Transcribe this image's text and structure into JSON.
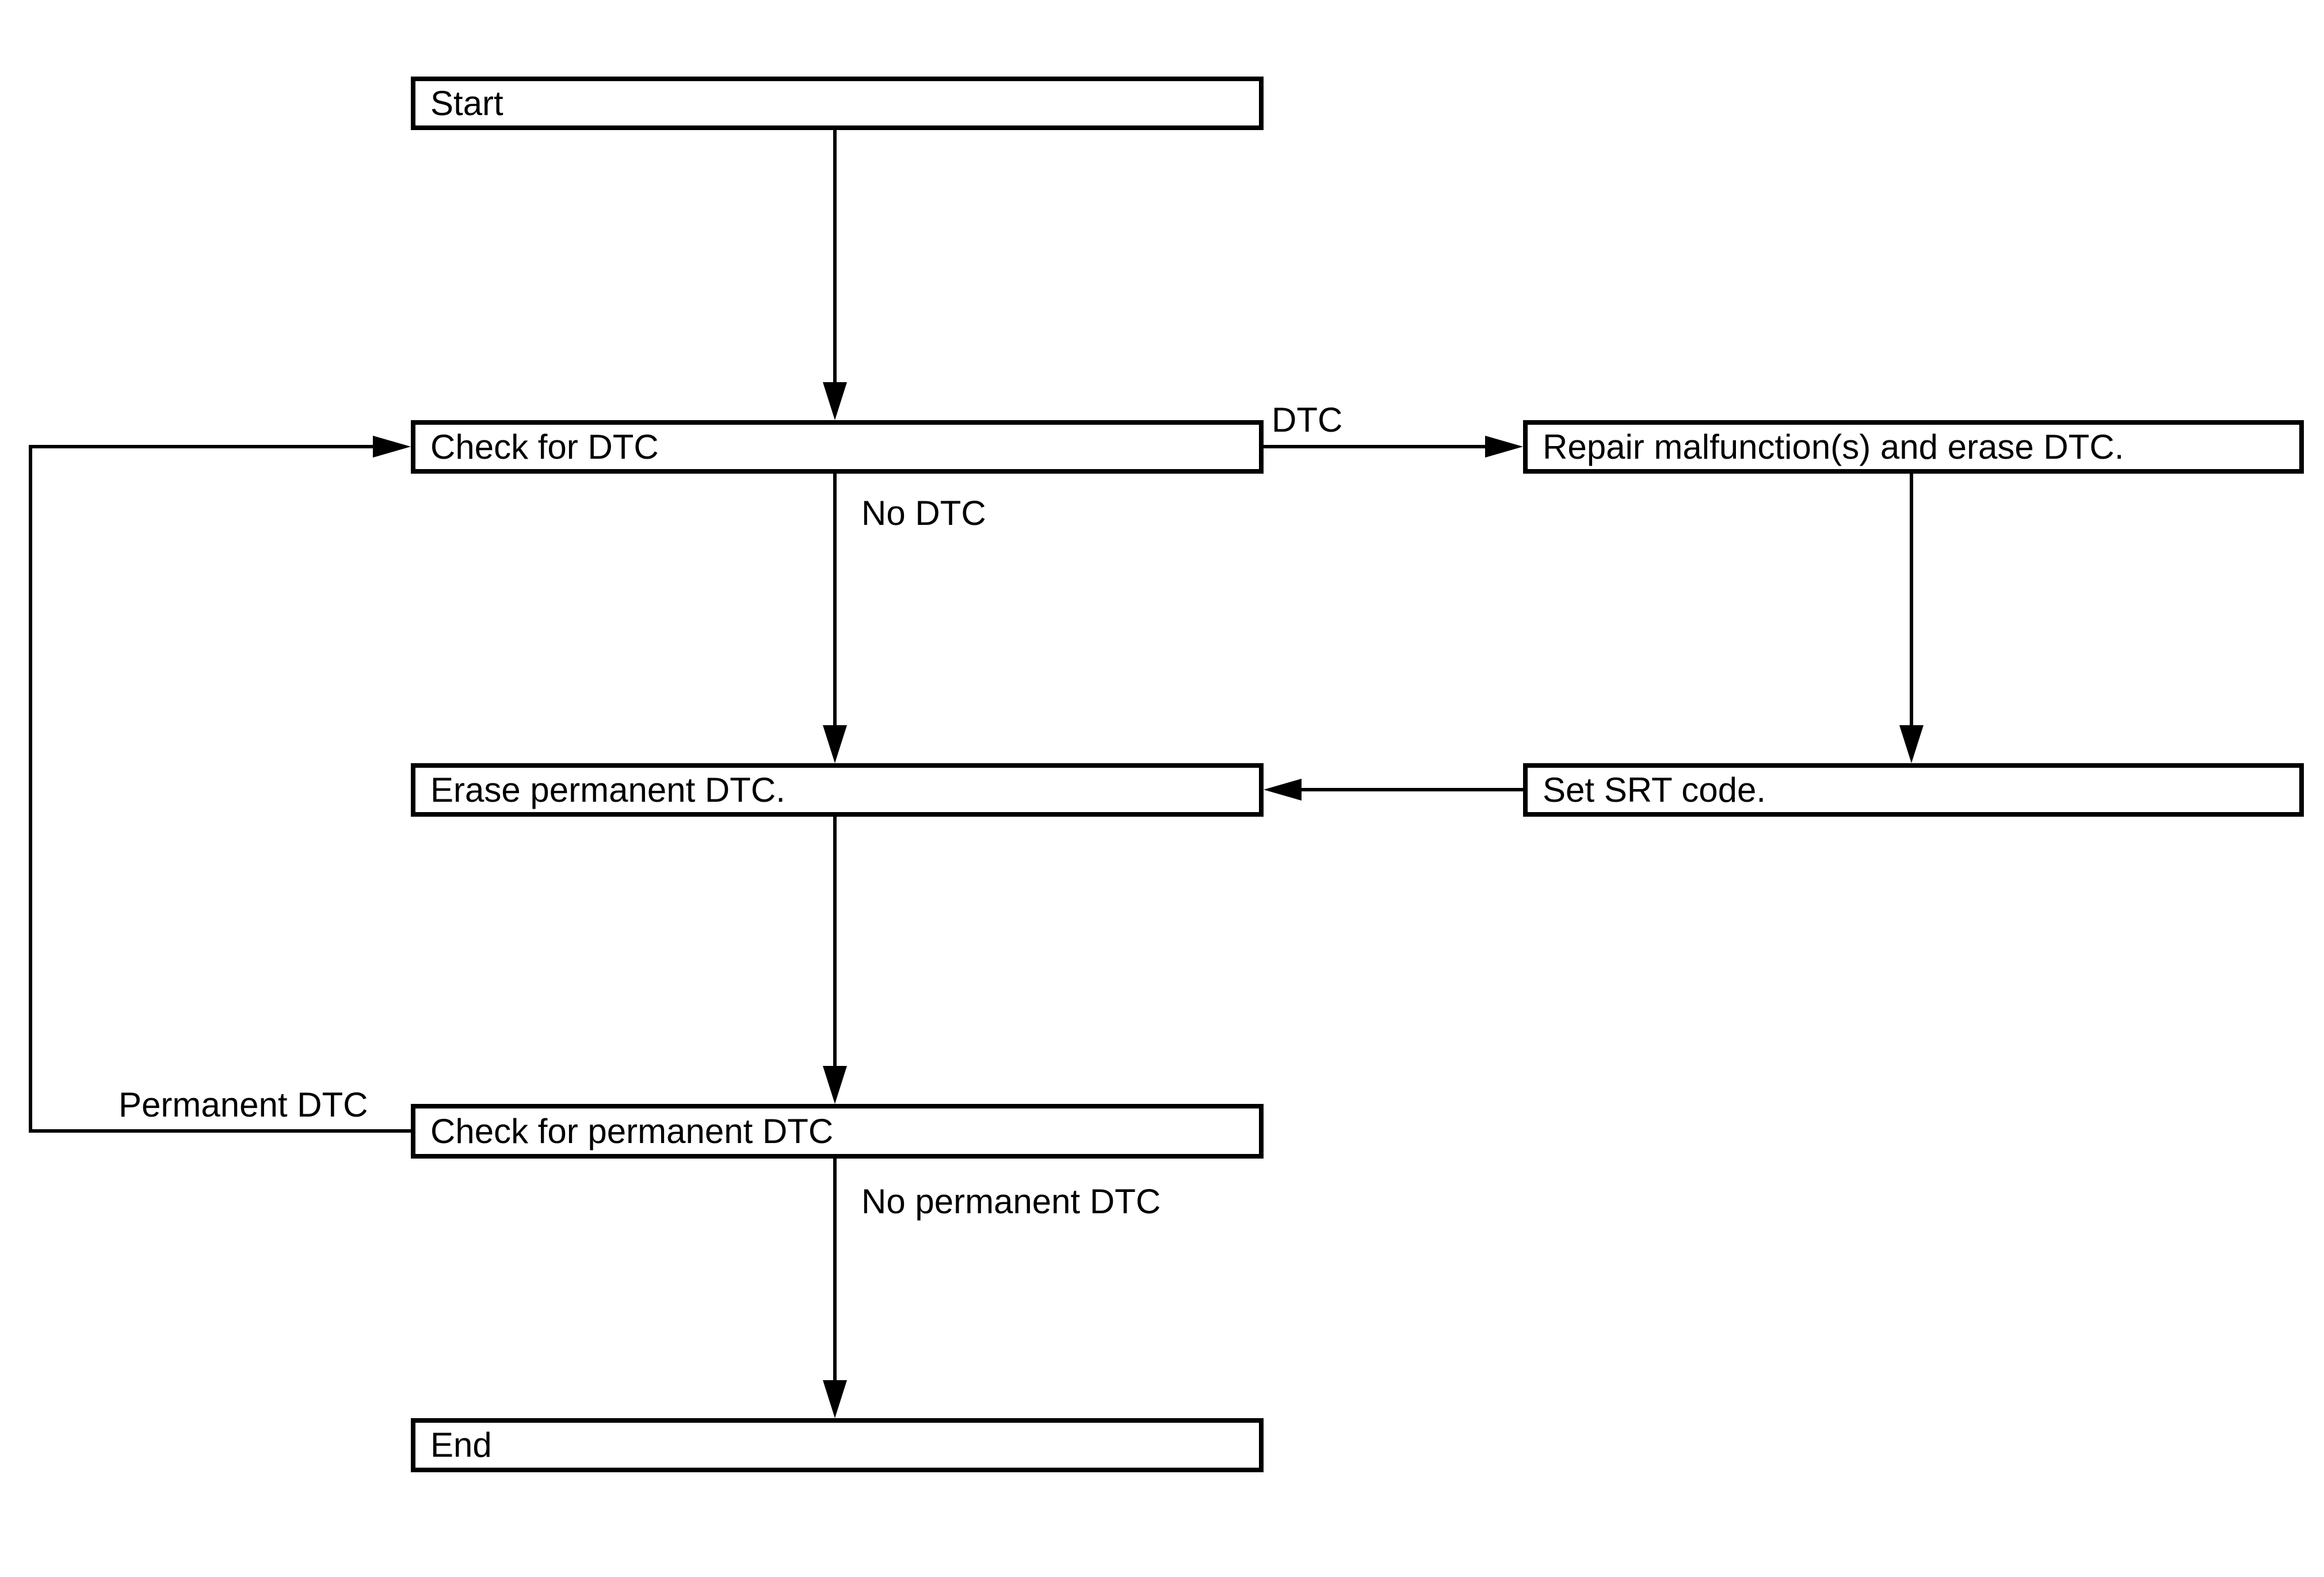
{
  "diagram": {
    "type": "flowchart",
    "background_color": "#ffffff",
    "line_color": "#000000",
    "box_fill_color": "#ffffff",
    "nodes": [
      {
        "id": "start",
        "label": "Start"
      },
      {
        "id": "check-dtc",
        "label": "Check for DTC"
      },
      {
        "id": "repair",
        "label": "Repair malfunction(s) and erase DTC."
      },
      {
        "id": "erase-permanent-dtc",
        "label": "Erase permanent DTC."
      },
      {
        "id": "set-srt-code",
        "label": "Set SRT code."
      },
      {
        "id": "check-permanent-dtc",
        "label": "Check for permanent DTC"
      },
      {
        "id": "end",
        "label": "End"
      }
    ],
    "edges": [
      {
        "from": "start",
        "to": "check-dtc",
        "label": ""
      },
      {
        "from": "check-dtc",
        "to": "repair",
        "label": "DTC"
      },
      {
        "from": "check-dtc",
        "to": "erase-permanent-dtc",
        "label": "No DTC"
      },
      {
        "from": "repair",
        "to": "set-srt-code",
        "label": ""
      },
      {
        "from": "set-srt-code",
        "to": "erase-permanent-dtc",
        "label": ""
      },
      {
        "from": "erase-permanent-dtc",
        "to": "check-permanent-dtc",
        "label": ""
      },
      {
        "from": "check-permanent-dtc",
        "to": "check-dtc",
        "label": "Permanent DTC"
      },
      {
        "from": "check-permanent-dtc",
        "to": "end",
        "label": "No permanent DTC"
      }
    ],
    "edge_labels": {
      "dtc": "DTC",
      "no_dtc": "No DTC",
      "permanent_dtc": "Permanent DTC",
      "no_permanent_dtc": "No permanent DTC"
    }
  }
}
